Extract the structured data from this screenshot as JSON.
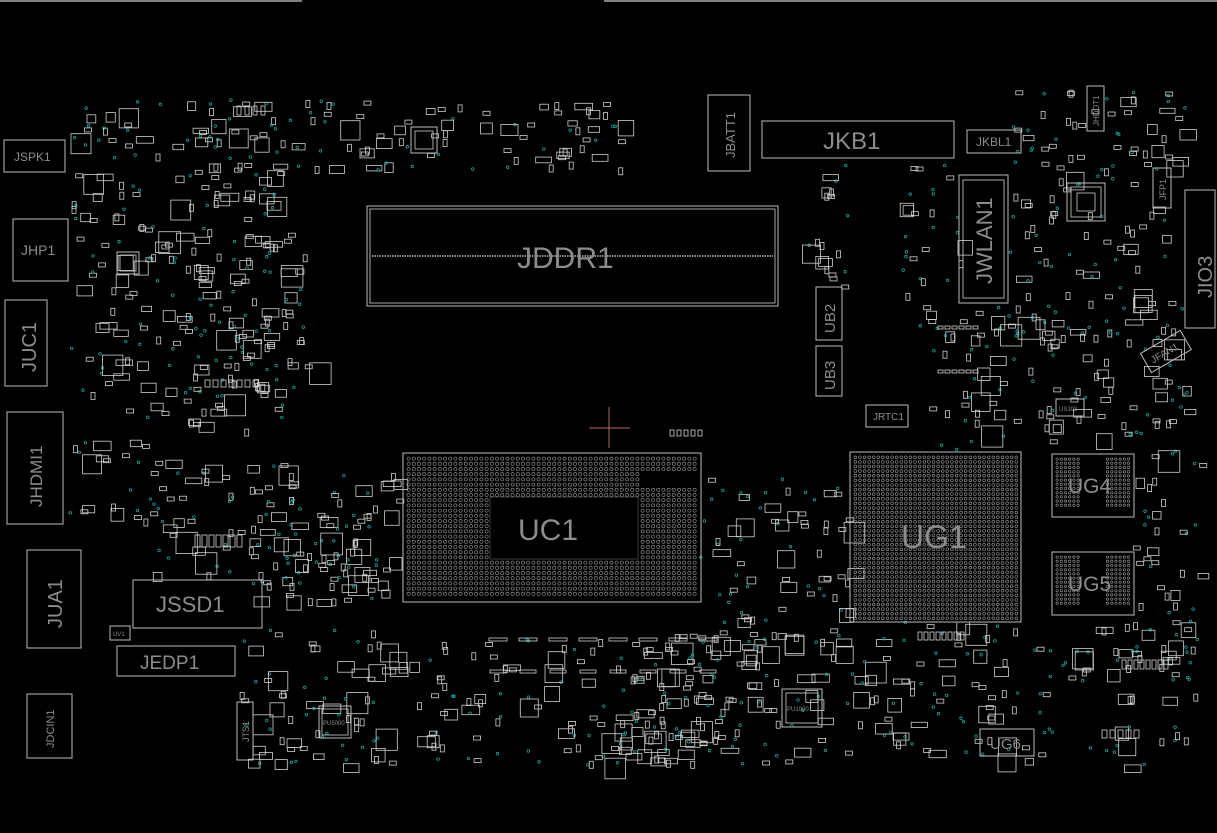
{
  "components": {
    "jspk1": "JSPK1",
    "jhp1": "JHP1",
    "juc1": "JUC1",
    "jhdmi1": "JHDMI1",
    "jua1": "JUA1",
    "jssd1": "JSSD1",
    "jedp1": "JEDP1",
    "jdcin1": "JDCIN1",
    "jddr1": "JDDR1",
    "jbatt1": "JBATT1",
    "jkb1": "JKB1",
    "jkbl1": "JKBL1",
    "jwlan1": "JWLAN1",
    "jhddt1": "JHDDT1",
    "jfp1": "JFP1",
    "jio": "JIO3",
    "jfan1": "JFAN1",
    "ub2": "UB2",
    "ub3": "UB3",
    "jrtc1": "JRTC1",
    "uc1": "UC1",
    "ug1": "UG1",
    "ug4": "UG4",
    "ug5": "UG5",
    "ug6": "UG6",
    "us303": "US303",
    "pu1000": "PU1000",
    "pu5000": "PU5000",
    "uv1": "UV1",
    "jts1": "JTS1"
  },
  "colors": {
    "background": "#000000",
    "outline": "#bdbdbd",
    "label": "#8c8c8c",
    "via": "#1bb3b3",
    "cursor": "#b06a6a"
  }
}
